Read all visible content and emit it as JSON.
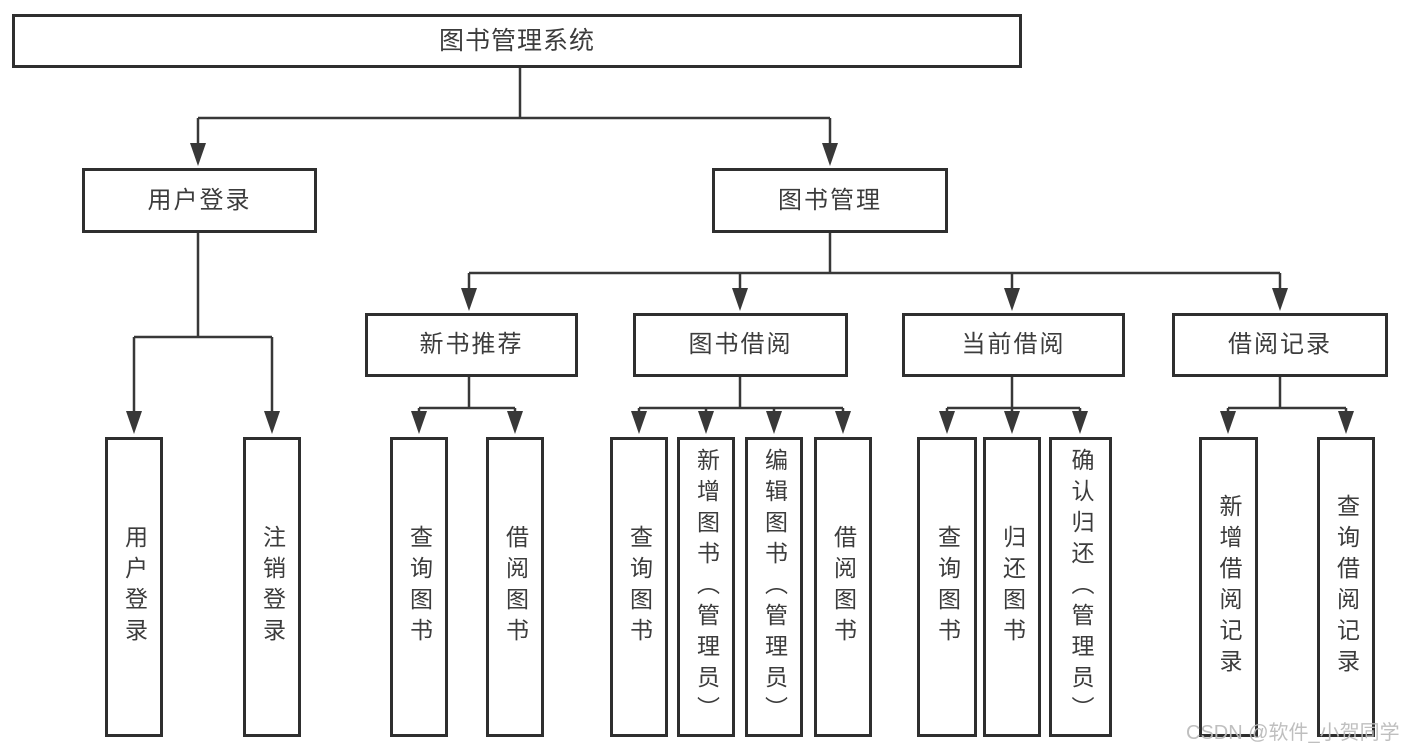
{
  "diagram": {
    "type": "tree",
    "title": "图书管理系统",
    "nodes": {
      "root": "图书管理系统",
      "user_login": "用户登录",
      "book_management": "图书管理",
      "new_book_recommend": "新书推荐",
      "book_borrowing": "图书借阅",
      "current_borrowing": "当前借阅",
      "borrowing_records": "借阅记录",
      "leaf_user_login": "用户登录",
      "leaf_logout": "注销登录",
      "leaf_recommend_query_books": "查询图书",
      "leaf_recommend_borrow_books": "借阅图书",
      "leaf_borrowing_query_books": "查询图书",
      "leaf_borrowing_add_books": "新增图书（管理员）",
      "leaf_borrowing_edit_books": "编辑图书（管理员）",
      "leaf_borrowing_borrow_books": "借阅图书",
      "leaf_current_query_books": "查询图书",
      "leaf_current_return_books": "归还图书",
      "leaf_current_confirm_return": "确认归还（管理员）",
      "leaf_records_add_record": "新增借阅记录",
      "leaf_records_query_record": "查询借阅记录"
    },
    "edges": [
      [
        "root",
        "user_login"
      ],
      [
        "root",
        "book_management"
      ],
      [
        "user_login",
        "leaf_user_login"
      ],
      [
        "user_login",
        "leaf_logout"
      ],
      [
        "book_management",
        "new_book_recommend"
      ],
      [
        "book_management",
        "book_borrowing"
      ],
      [
        "book_management",
        "current_borrowing"
      ],
      [
        "book_management",
        "borrowing_records"
      ],
      [
        "new_book_recommend",
        "leaf_recommend_query_books"
      ],
      [
        "new_book_recommend",
        "leaf_recommend_borrow_books"
      ],
      [
        "book_borrowing",
        "leaf_borrowing_query_books"
      ],
      [
        "book_borrowing",
        "leaf_borrowing_add_books"
      ],
      [
        "book_borrowing",
        "leaf_borrowing_edit_books"
      ],
      [
        "book_borrowing",
        "leaf_borrowing_borrow_books"
      ],
      [
        "current_borrowing",
        "leaf_current_query_books"
      ],
      [
        "current_borrowing",
        "leaf_current_return_books"
      ],
      [
        "current_borrowing",
        "leaf_current_confirm_return"
      ],
      [
        "borrowing_records",
        "leaf_records_add_record"
      ],
      [
        "borrowing_records",
        "leaf_records_query_record"
      ]
    ]
  },
  "watermark": "CSDN @软件_小贺同学",
  "colors": {
    "line": "#383838",
    "box_border": "#2f2f2f",
    "text": "#3c3c3c",
    "watermark": "#bcbcbc",
    "background": "#ffffff"
  }
}
